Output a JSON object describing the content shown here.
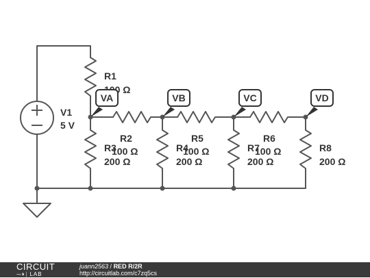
{
  "components": {
    "V1": {
      "name": "V1",
      "value": "5 V"
    },
    "R1": {
      "name": "R1",
      "value": "100 Ω"
    },
    "R2": {
      "name": "R2",
      "value": "100 Ω"
    },
    "R3": {
      "name": "R3",
      "value": "200 Ω"
    },
    "R4": {
      "name": "R4",
      "value": "200 Ω"
    },
    "R5": {
      "name": "R5",
      "value": "100 Ω"
    },
    "R6": {
      "name": "R6",
      "value": "100 Ω"
    },
    "R7": {
      "name": "R7",
      "value": "200 Ω"
    },
    "R8": {
      "name": "R8",
      "value": "200 Ω"
    }
  },
  "probes": {
    "VA": "VA",
    "VB": "VB",
    "VC": "VC",
    "VD": "VD"
  },
  "footer": {
    "logo_top": "CIRCUIT",
    "logo_bottom": "LAB",
    "author": "juann2563",
    "separator": " / ",
    "title": "RED R/2R",
    "url": "http://circuitlab.com/c7zq5cs"
  },
  "colors": {
    "wire": "#555555",
    "probe_fill": "#ffffff",
    "probe_stroke": "#333333",
    "footer_bg": "#3a3a3a"
  }
}
